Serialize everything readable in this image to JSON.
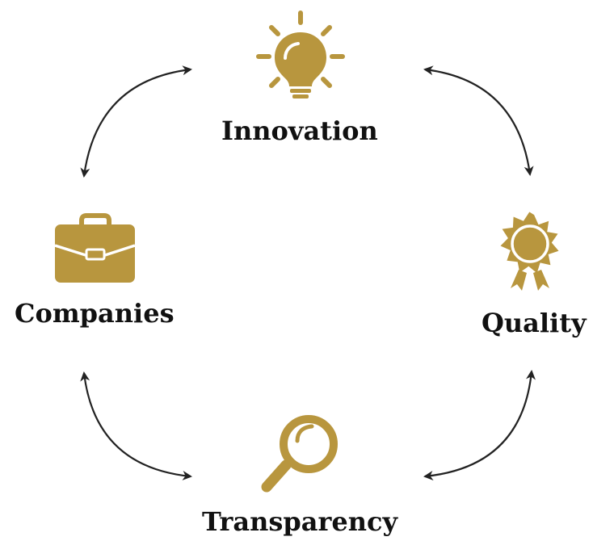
{
  "colors": {
    "icon": "#b8963e",
    "arrow": "#222222",
    "text": "#111111",
    "background": "#ffffff"
  },
  "nodes": {
    "innovation": {
      "label": "Innovation",
      "icon": "lightbulb-icon"
    },
    "quality": {
      "label": "Quality",
      "icon": "award-rosette-icon"
    },
    "transparency": {
      "label": "Transparency",
      "icon": "magnifying-glass-icon"
    },
    "companies": {
      "label": "Companies",
      "icon": "briefcase-icon"
    }
  },
  "connections": [
    {
      "from": "innovation",
      "to": "quality",
      "direction": "both"
    },
    {
      "from": "quality",
      "to": "transparency",
      "direction": "both"
    },
    {
      "from": "transparency",
      "to": "companies",
      "direction": "both"
    },
    {
      "from": "companies",
      "to": "innovation",
      "direction": "both"
    }
  ]
}
